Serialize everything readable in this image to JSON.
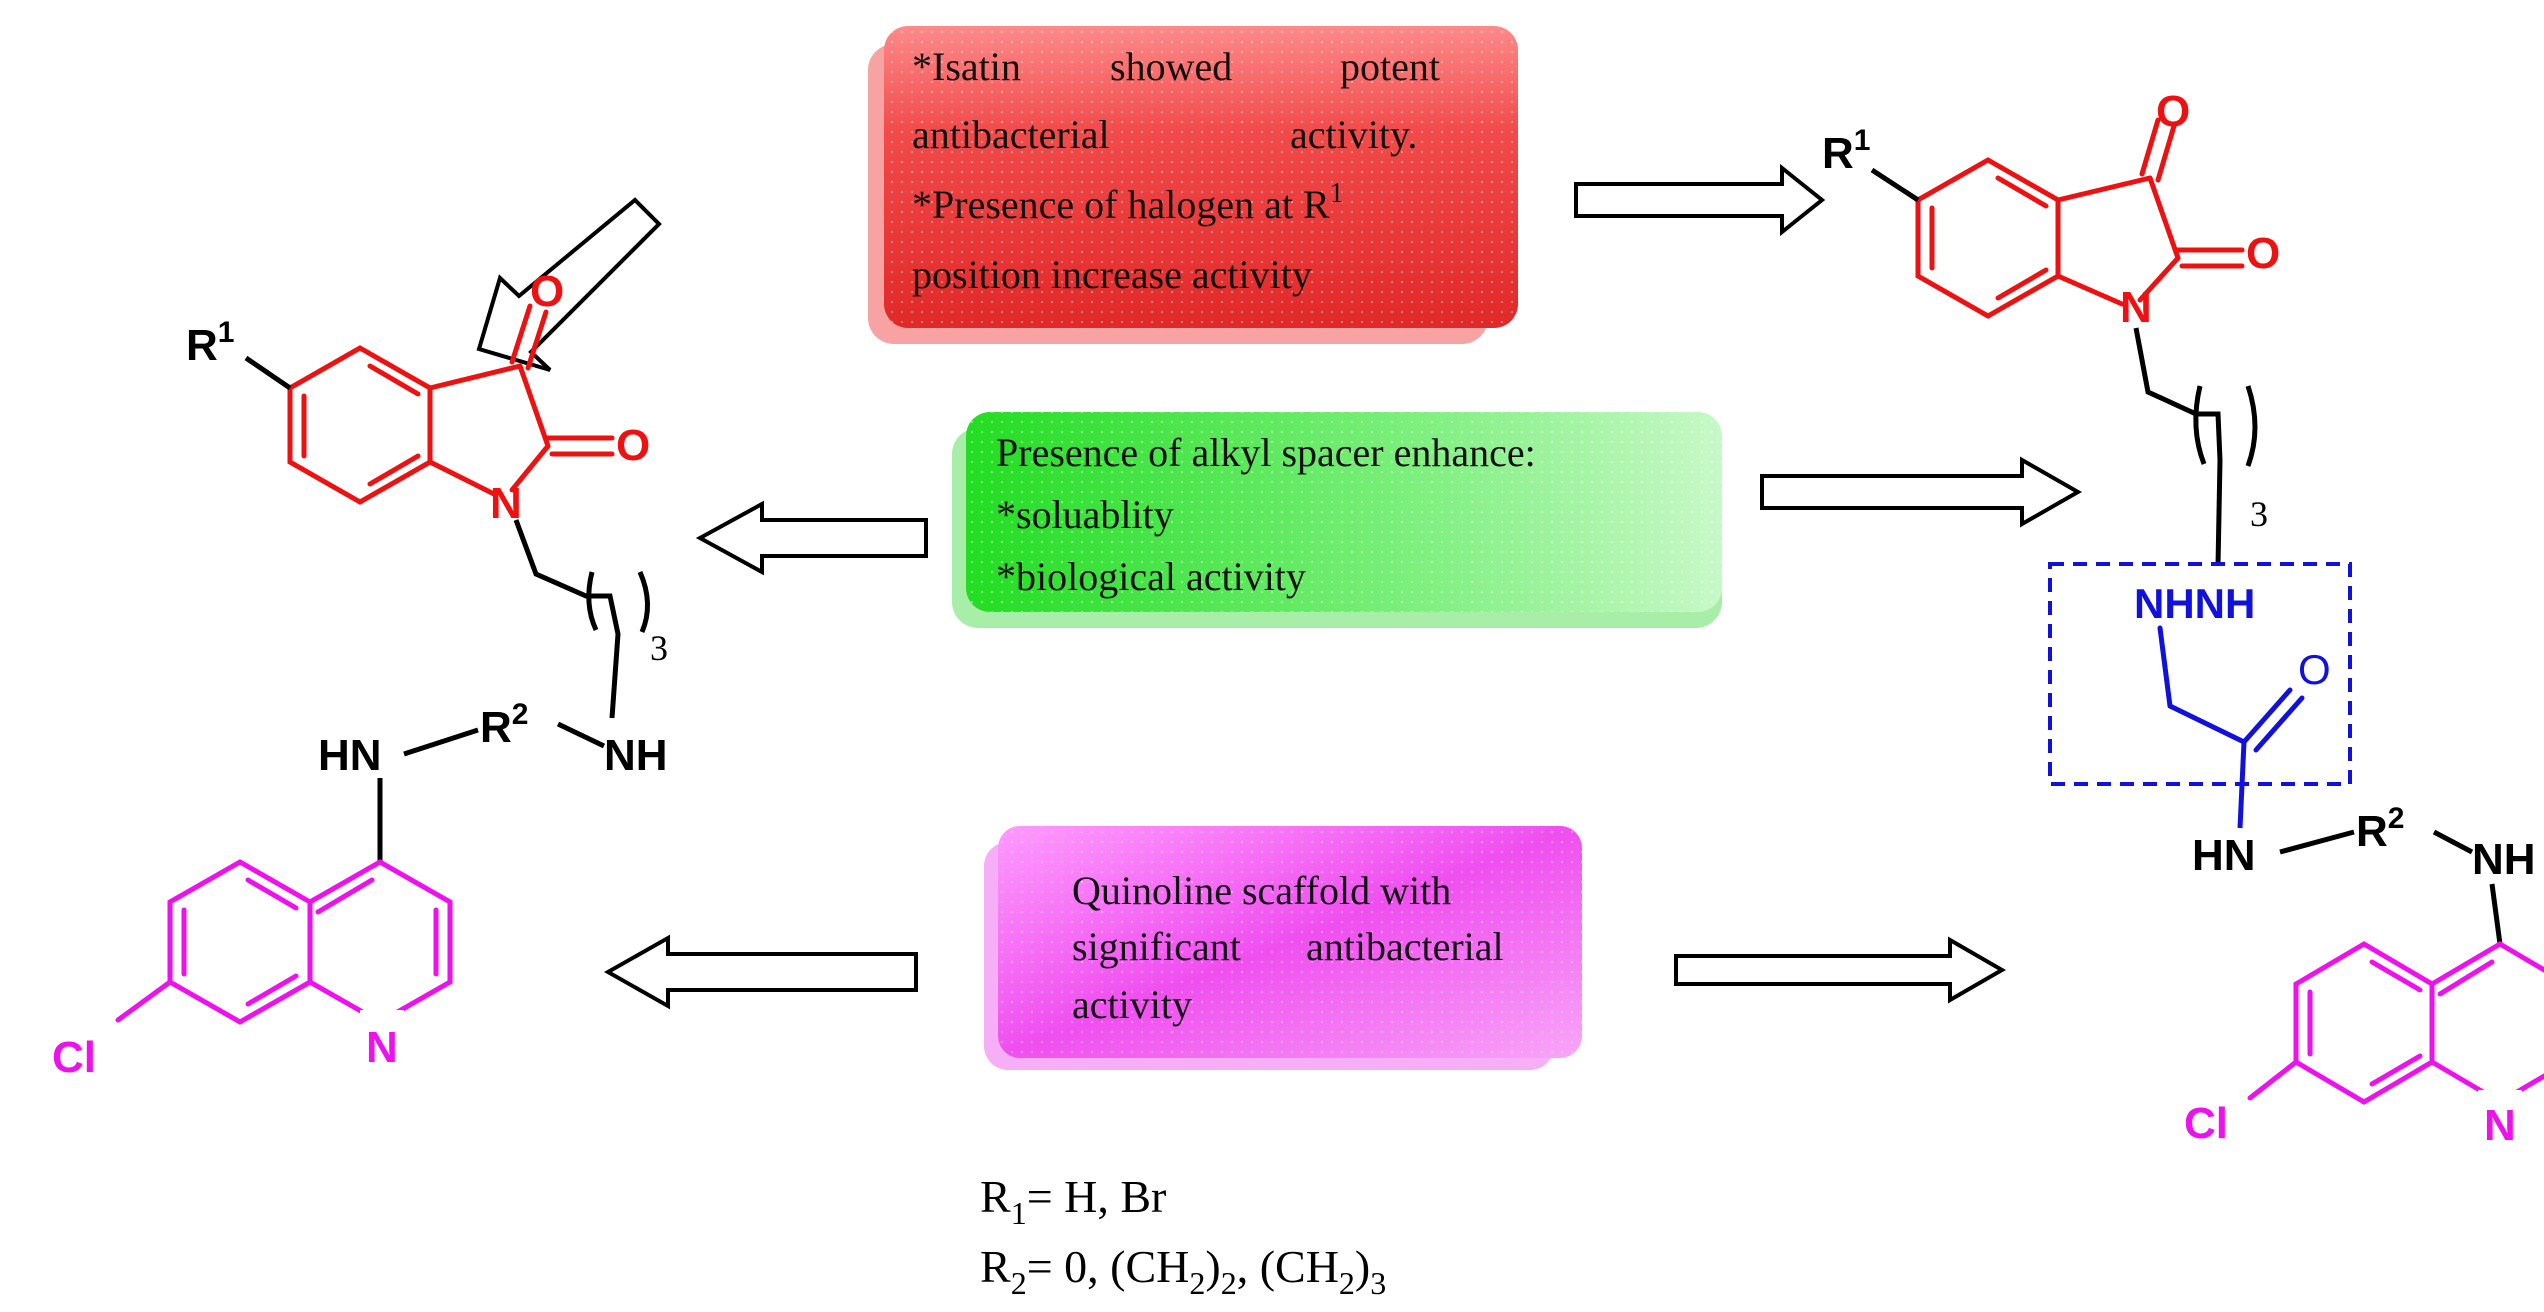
{
  "colors": {
    "isatin": "#ee1111",
    "quinoline": "#ee11ee",
    "linker": "#1111dd",
    "bond": "#000000",
    "red_box": "#f24a4a",
    "green_box": "#3be63b",
    "magenta_box": "#f04ef0"
  },
  "boxes": {
    "red": {
      "line1_a": "*Isatin",
      "line1_b": "showed",
      "line1_c": "potent",
      "line2_a": "antibacterial",
      "line2_b": "activity.",
      "line3": "*Presence of halogen at R",
      "line3_sup": "1",
      "line4": "position increase  activity"
    },
    "green": {
      "line1": "Presence of alkyl spacer enhance:",
      "line2": "*soluablity",
      "line3": "*biological activity"
    },
    "magenta": {
      "line1": "Quinoline scaffold with",
      "line2_a": "significant",
      "line2_b": "antibacterial",
      "line3": "activity"
    }
  },
  "left_structure": {
    "r1": "R",
    "r1_sup": "1",
    "o_top": "O",
    "o_right": "O",
    "n": "N",
    "spacer_sub": "3",
    "hn": "HN",
    "r2": "R",
    "r2_sup": "2",
    "nh": "NH",
    "cl": "Cl",
    "ring_n": "N"
  },
  "right_structure": {
    "r1": "R",
    "r1_sup": "1",
    "o_top": "O",
    "o_right": "O",
    "n": "N",
    "spacer_sub": "3",
    "nhnh": "NHNH",
    "o_amide": "O",
    "hn": "HN",
    "r2": "R",
    "r2_sup": "2",
    "nh": "NH",
    "cl": "Cl",
    "ring_n": "N"
  },
  "footnote": {
    "line1_r": "R",
    "line1_sub": "1",
    "line1_rest": "= H, Br",
    "line2_r": "R",
    "line2_sub": "2",
    "line2_a": "= 0, (CH",
    "line2_sub2": "2",
    "line2_b": ")",
    "line2_sub3": "2",
    "line2_c": ", (CH",
    "line2_sub4": "2",
    "line2_d": ")",
    "line2_sub5": "3"
  }
}
